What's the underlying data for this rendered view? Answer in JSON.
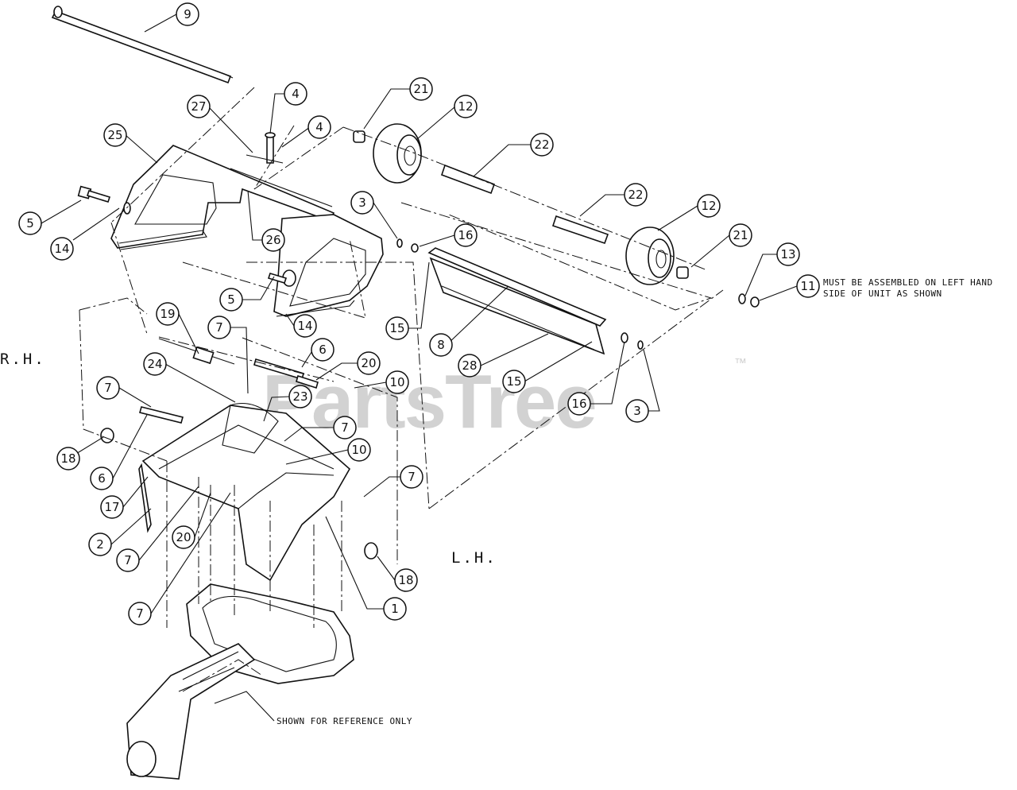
{
  "watermark": {
    "text": "PartsTree",
    "trademark": "™"
  },
  "side_labels": {
    "right_hand": "R.H.",
    "left_hand": "L.H."
  },
  "notes": {
    "assembly_line1": "MUST BE ASSEMBLED ON LEFT HAND",
    "assembly_line2": "SIDE OF UNIT AS SHOWN",
    "reference": "SHOWN FOR REFERENCE ONLY"
  },
  "callouts": [
    "9",
    "4",
    "27",
    "4",
    "25",
    "21",
    "12",
    "22",
    "5",
    "14",
    "26",
    "3",
    "16",
    "22",
    "12",
    "21",
    "13",
    "11",
    "5",
    "14",
    "15",
    "8",
    "28",
    "15",
    "16",
    "3",
    "19",
    "7",
    "6",
    "20",
    "24",
    "23",
    "10",
    "7",
    "6",
    "18",
    "17",
    "2",
    "7",
    "10",
    "7",
    "20",
    "7",
    "18",
    "1",
    "7"
  ]
}
